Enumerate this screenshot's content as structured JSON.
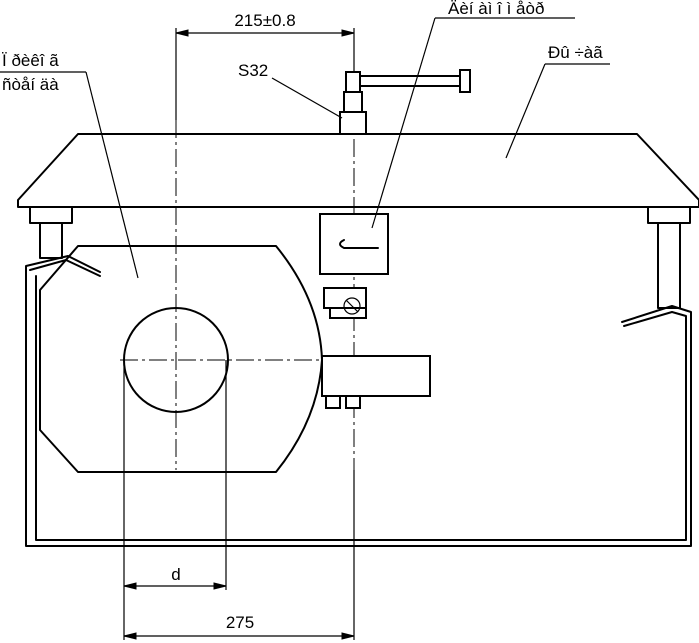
{
  "labels": {
    "dim_top": "215±0.8",
    "dim_d": "d",
    "dim_bottom": "275",
    "s32": "S32",
    "sensor": "Äèí àì î ì åòð",
    "lever": "Ðû ÷àã",
    "sample_line1": "Ï ðèêî ã",
    "sample_line2": "ñòåí äà"
  }
}
